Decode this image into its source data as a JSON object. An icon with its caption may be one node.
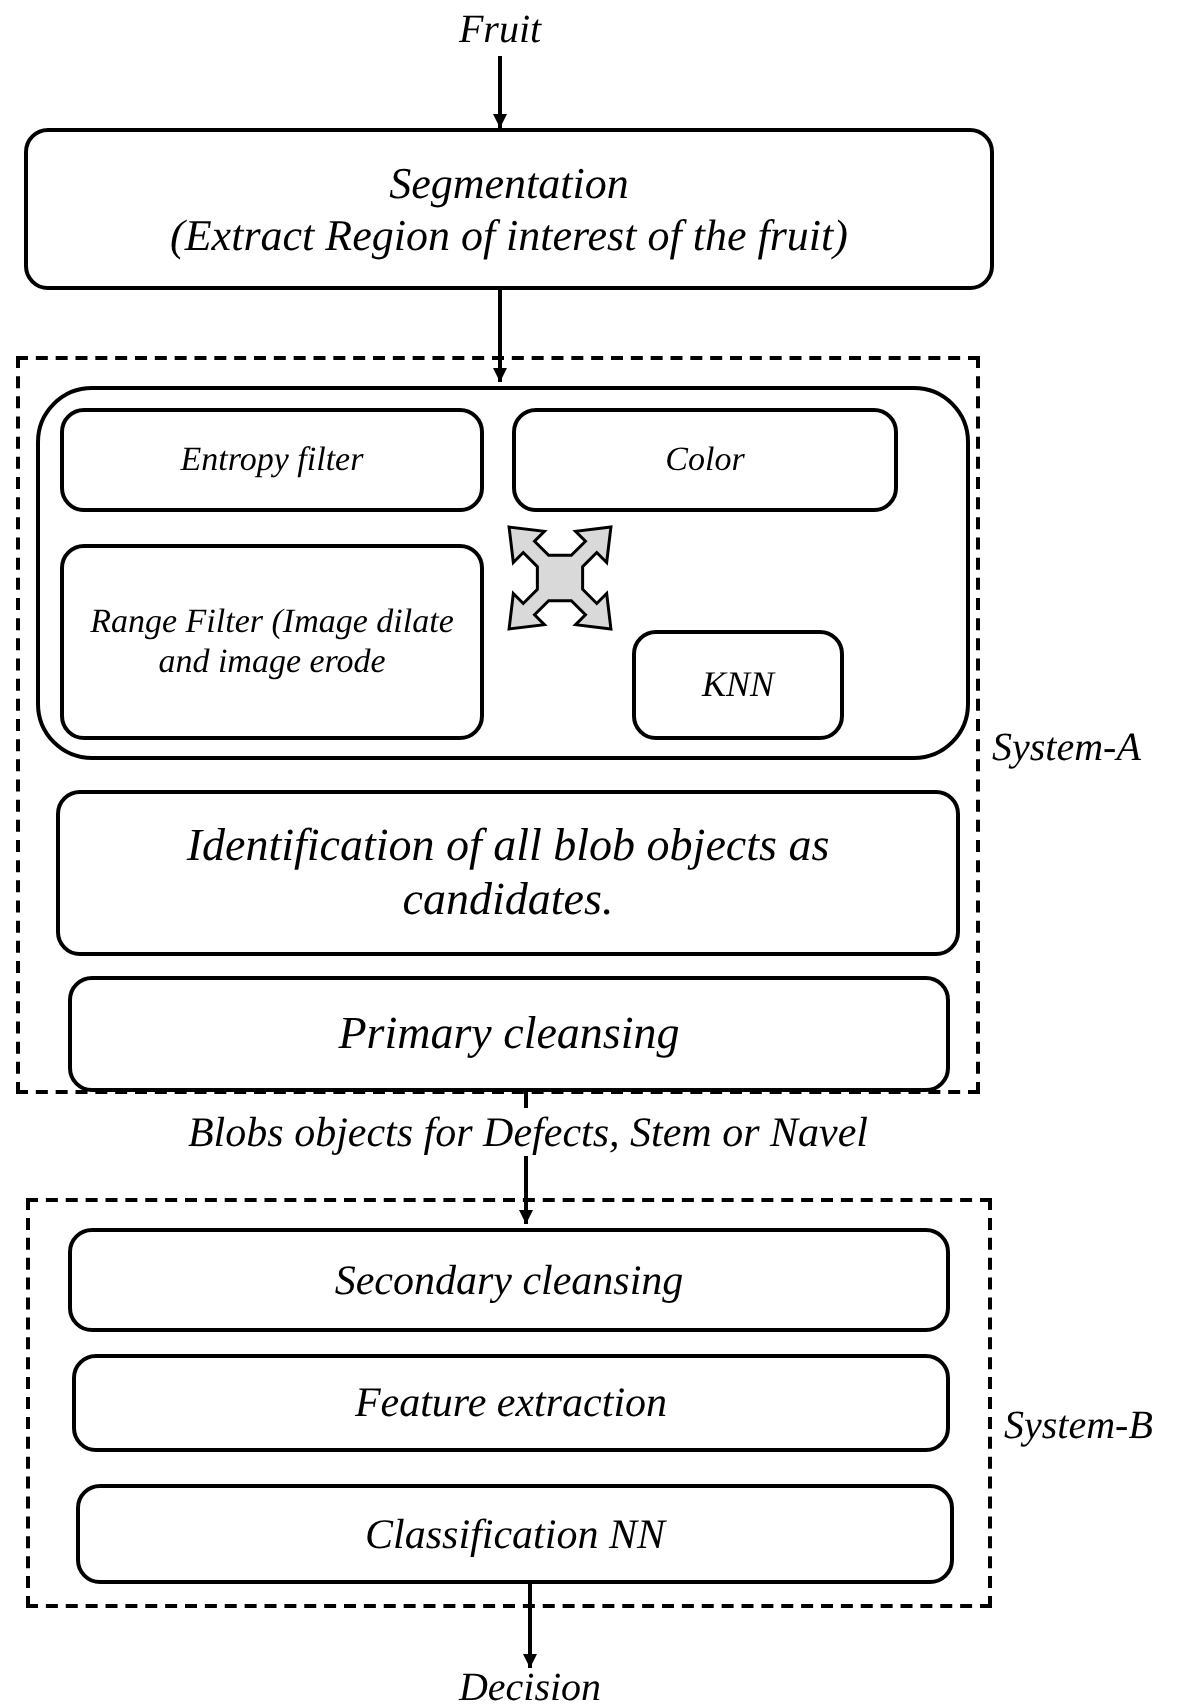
{
  "diagram": {
    "nodes": [
      {
        "text": [
          "Fruit"
        ]
      },
      {
        "text": [
          "Segmentation",
          "(Extract Region of interest of the fruit)"
        ]
      },
      {
        "text": [
          "System-A"
        ]
      },
      {
        "text": [],
        "shape": "box",
        "in": 2
      },
      {
        "text": [
          "Entropy filter"
        ],
        "in": 3
      },
      {
        "text": [
          "Color"
        ],
        "in": 3
      },
      {
        "text": [
          "Range Filter (Image dilate and image erode"
        ],
        "in": 3
      },
      {
        "text": [
          "KNN"
        ],
        "in": 3
      },
      {
        "text": [
          "Identification of all blob objects as candidates."
        ],
        "in": 2
      },
      {
        "text": [
          "Primary cleansing"
        ],
        "in": 2
      },
      {
        "text": [
          "System-B"
        ]
      },
      {
        "text": [
          "Secondary cleansing"
        ],
        "in": 10
      },
      {
        "text": [
          "Feature extraction"
        ],
        "in": 10
      },
      {
        "text": [
          "Classification NN"
        ],
        "in": 10
      },
      {
        "text": [
          "Decision"
        ]
      }
    ],
    "edges": [
      {
        "from": 0,
        "to": 1,
        "arrow": "to"
      },
      {
        "from": 1,
        "to": 3,
        "arrow": "to"
      },
      {
        "from": 9,
        "to": 11,
        "arrow": "to",
        "label": "Blobs objects for Defects, Stem or Navel"
      },
      {
        "from": 13,
        "to": 14,
        "arrow": "to"
      }
    ]
  }
}
